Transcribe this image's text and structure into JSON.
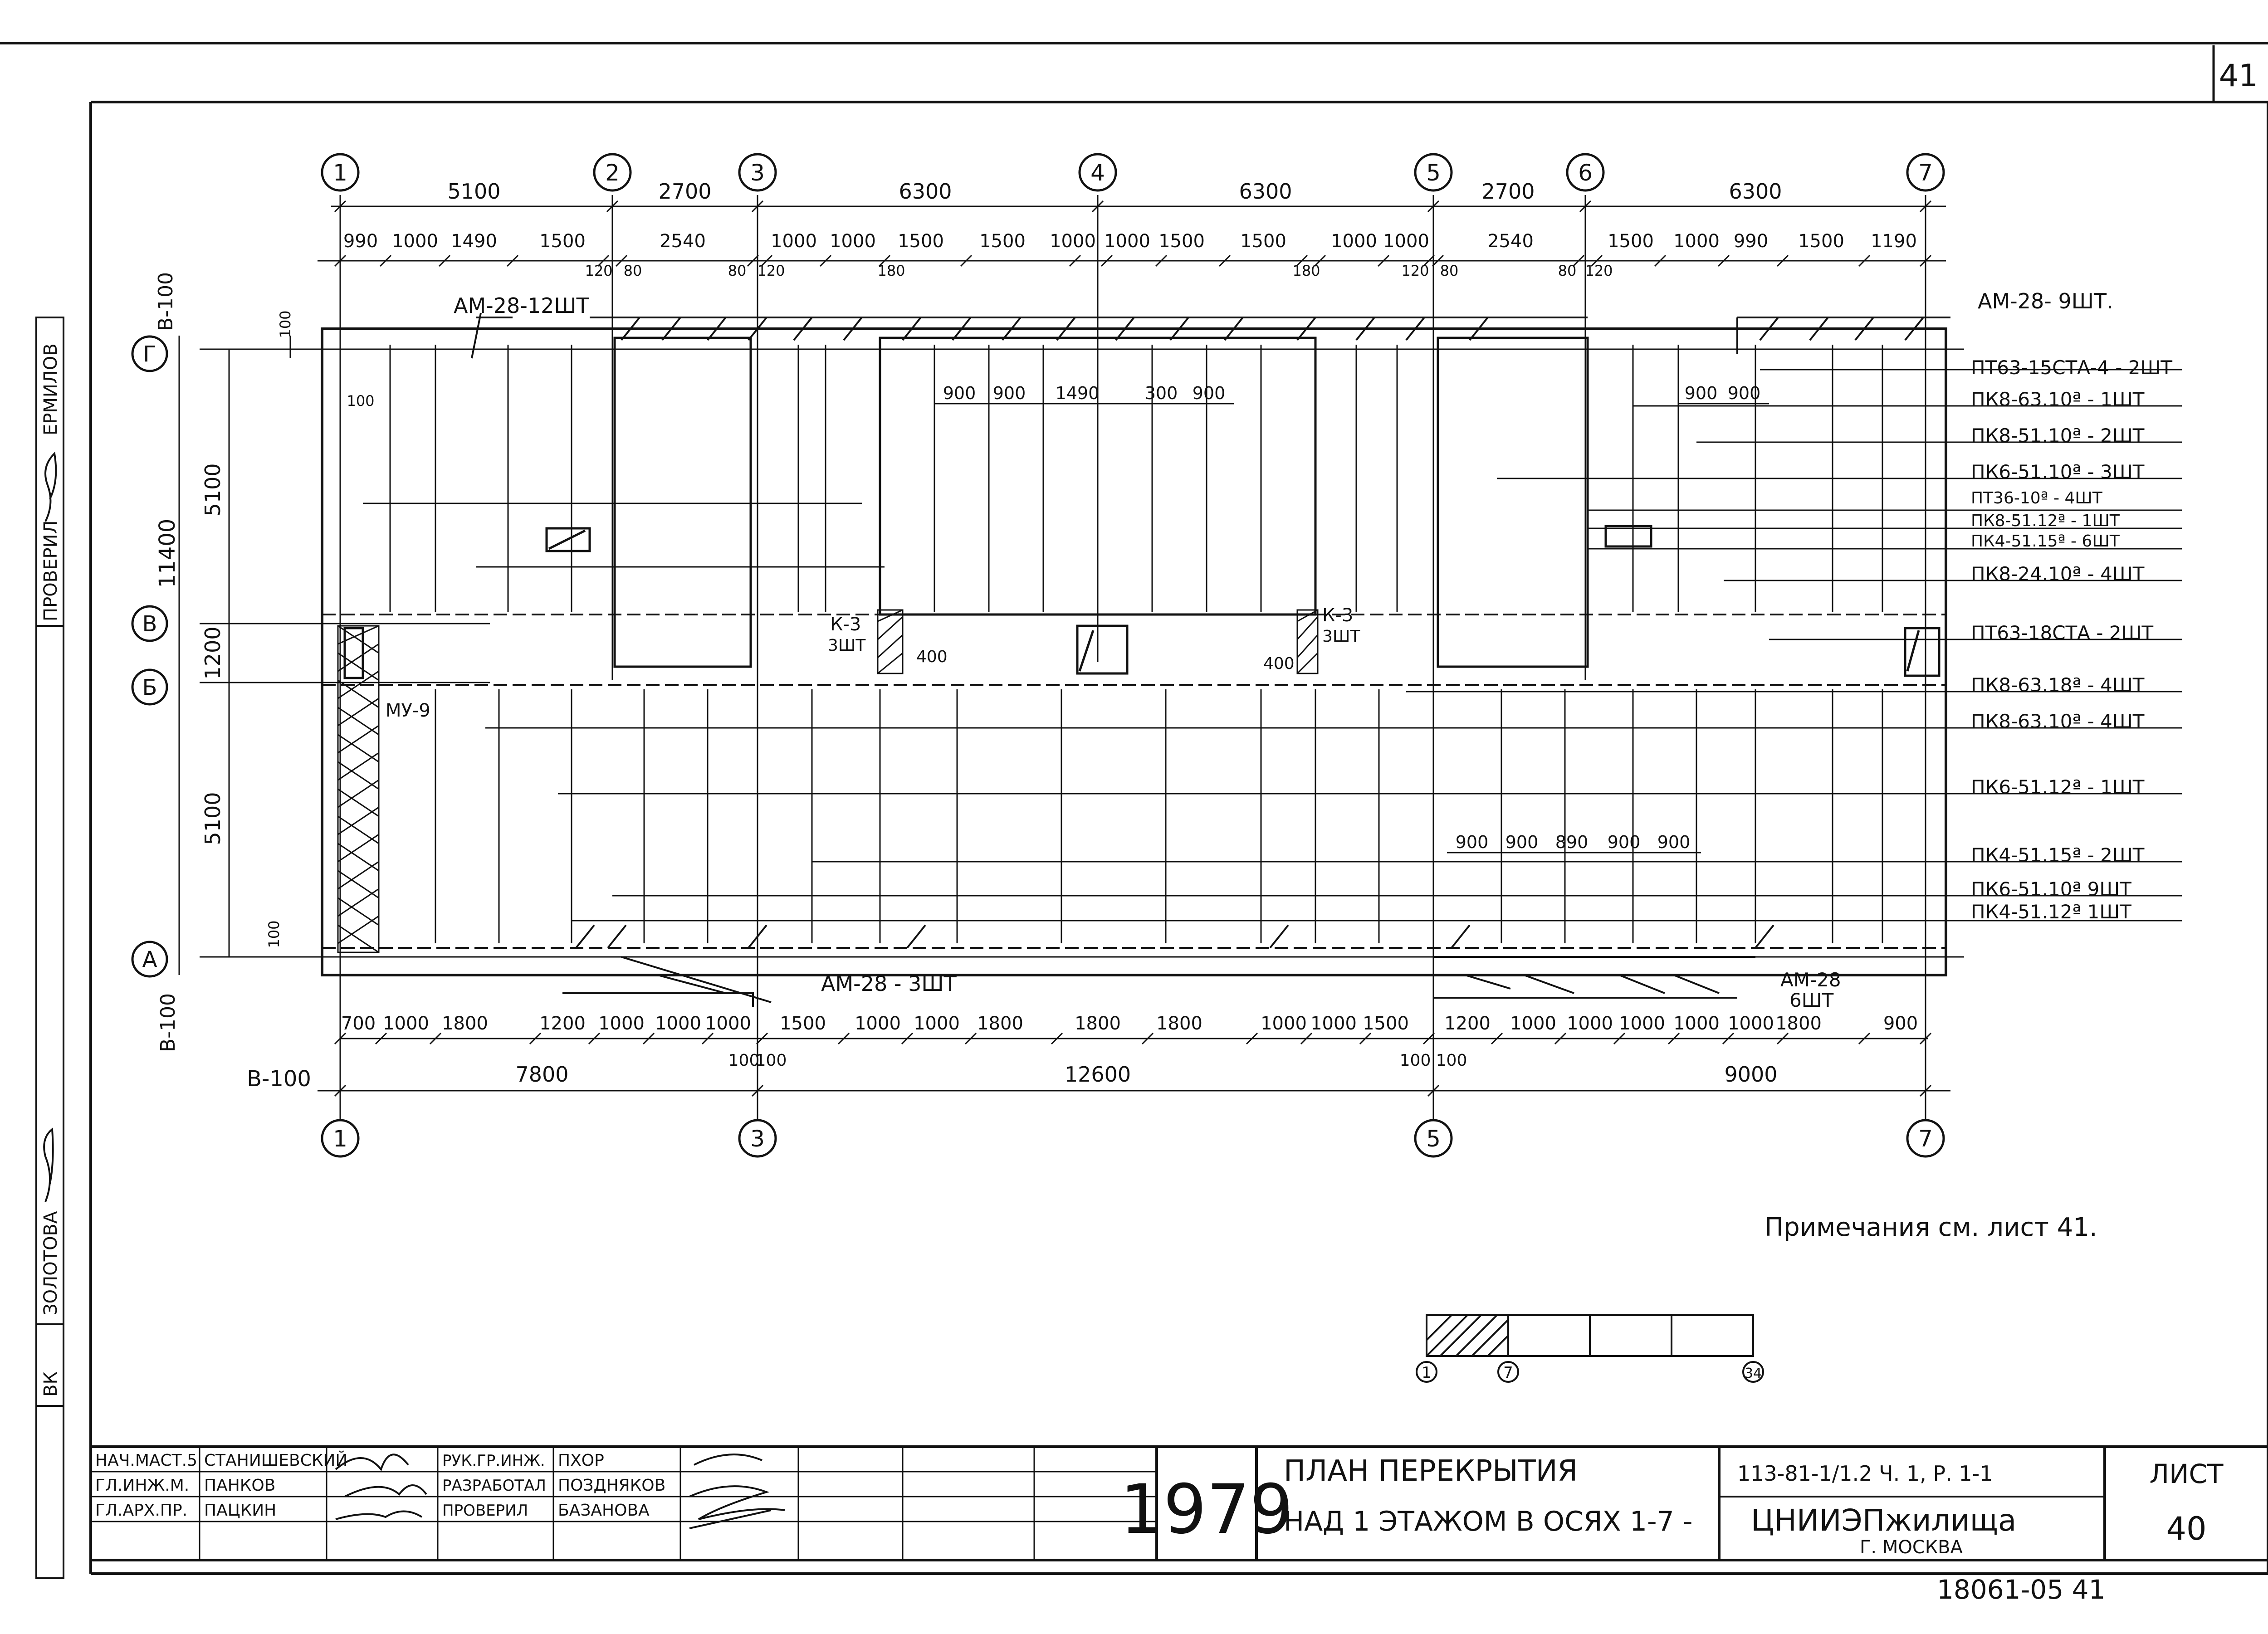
{
  "sheet_corner_number": "41",
  "axes": {
    "top": [
      {
        "label": "1"
      },
      {
        "label": "2"
      },
      {
        "label": "3"
      },
      {
        "label": "4"
      },
      {
        "label": "5"
      },
      {
        "label": "6"
      },
      {
        "label": "7"
      }
    ],
    "bottom": [
      {
        "label": "1"
      },
      {
        "label": "3"
      },
      {
        "label": "5"
      },
      {
        "label": "7"
      }
    ],
    "rows": [
      {
        "label": "Г"
      },
      {
        "label": "В"
      },
      {
        "label": "Б"
      },
      {
        "label": "А"
      }
    ]
  },
  "top_spans": [
    "5100",
    "2700",
    "6300",
    "6300",
    "2700",
    "6300"
  ],
  "top_sub_spans": [
    "990",
    "1000",
    "1490",
    "1500",
    "2540",
    "1000",
    "1000",
    "1500",
    "1500",
    "1000",
    "1000",
    "1500",
    "1500",
    "1000",
    "1000",
    "2540",
    "1500",
    "1000",
    "990",
    "1500",
    "1190"
  ],
  "top_small_dims": [
    "120",
    "80",
    "80",
    "120",
    "180",
    "180",
    "120",
    "80",
    "80",
    "120"
  ],
  "left_dims": {
    "overall": "11400",
    "spans": [
      "5100",
      "1200",
      "5100"
    ],
    "offset_top": "В-100",
    "offset_bottom": "В-100",
    "small": [
      "100",
      "100",
      "100"
    ]
  },
  "bottom_spans": [
    "7800",
    "12600",
    "9000"
  ],
  "bottom_sub_spans": [
    "700",
    "1000",
    "1800",
    "1200",
    "1000",
    "1000",
    "1000",
    "1500",
    "1000",
    "1000",
    "1800",
    "1800",
    "1800",
    "1000",
    "1000",
    "1500",
    "1200",
    "1000",
    "1000",
    "1000",
    "1000",
    "1000",
    "1800",
    "900"
  ],
  "bottom_small_dims": [
    "100",
    "100",
    "100",
    "100"
  ],
  "bottom_offset": "В-100",
  "inner_dims_a": [
    "900",
    "900",
    "1490",
    "300",
    "900"
  ],
  "inner_dims_b": [
    "900",
    "900"
  ],
  "inner_dims_c": [
    "900",
    "900",
    "890",
    "900",
    "900"
  ],
  "anchors": {
    "top_left": "АМ-28-12ШТ",
    "top_right": "АМ-28- 9ШТ.",
    "bottom_mid": "АМ-28 - 3ШТ",
    "bottom_right_1": "АМ-28",
    "bottom_right_2": "6ШТ"
  },
  "marks": {
    "k3_a": "К-3",
    "k3_a_qty": "3ШТ",
    "k3_b": "К-3",
    "k3_b_qty": "3ШТ",
    "k3_dim_a": "400",
    "k3_dim_b": "400",
    "mu": "МУ-9"
  },
  "panel_schedule": [
    {
      "label": "ПТ63-15СТА-4 - 2ШТ"
    },
    {
      "label": "ПК8-63.10ª - 1ШТ"
    },
    {
      "label": "ПК8-51.10ª - 2ШТ"
    },
    {
      "label": "ПК6-51.10ª - 3ШТ"
    },
    {
      "label": "ПТ36-10ª - 4ШТ"
    },
    {
      "label": "ПК8-51.12ª - 1ШТ"
    },
    {
      "label": "ПК4-51.15ª - 6ШТ"
    },
    {
      "label": "ПК8-24.10ª - 4ШТ"
    },
    {
      "label": "ПТ63-18СТА - 2ШТ"
    },
    {
      "label": "ПК8-63.18ª - 4ШТ"
    },
    {
      "label": "ПК8-63.10ª - 4ШТ"
    },
    {
      "label": "ПК6-51.12ª - 1ШТ"
    },
    {
      "label": "ПК4-51.15ª - 2ШТ"
    },
    {
      "label": "ПК6-51.10ª 9ШТ"
    },
    {
      "label": "ПК4-51.12ª 1ШТ"
    }
  ],
  "note": "Примечания см. лист 41.",
  "scale_labels": [
    "1",
    "7",
    "34"
  ],
  "left_stamp": {
    "checked_label": "ПРОВЕРИЛ",
    "checked_name": "ЕРМИЛОВ",
    "left_name": "ЗОЛОТОВА",
    "left_code": "ВК"
  },
  "title_block": {
    "rows": [
      {
        "role": "НАЧ.МАСТ.5",
        "name": "СТАНИШЕВСКИЙ",
        "role2": "РУК.ГР.ИНЖ.",
        "name2": "ПХОР"
      },
      {
        "role": "ГЛ.ИНЖ.М.",
        "name": "ПАНКОВ",
        "role2": "РАЗРАБОТАЛ",
        "name2": "ПОЗДНЯКОВ"
      },
      {
        "role": "ГЛ.АРХ.ПР.",
        "name": "ПАЦКИН",
        "role2": "ПРОВЕРИЛ",
        "name2": "БАЗАНОВА"
      }
    ],
    "year": "1979",
    "title_line1": "ПЛАН ПЕРЕКРЫТИЯ",
    "title_line2": "НАД 1 ЭТАЖОМ В ОСЯХ 1-7 -",
    "code": "113-81-1/1.2 Ч. 1, Р. 1-1",
    "org": "ЦНИИЭПжилища",
    "city": "Г. МОСКВА",
    "sheet_label": "ЛИСТ",
    "sheet_number": "40"
  },
  "archive_number": "18061-05 41"
}
